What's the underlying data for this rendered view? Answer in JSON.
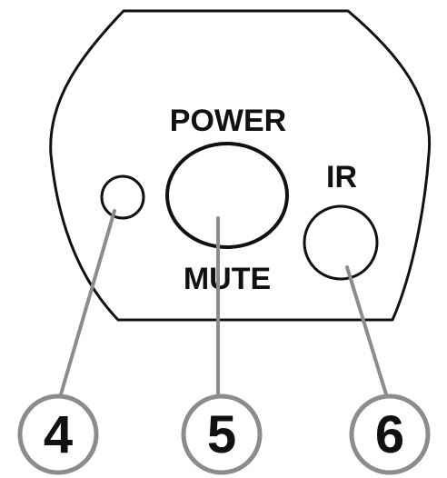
{
  "labels": {
    "power": "POWER",
    "mute": "MUTE",
    "ir": "IR"
  },
  "callouts": [
    {
      "number": "4",
      "target": "indicator-led"
    },
    {
      "number": "5",
      "target": "power-mute-button"
    },
    {
      "number": "6",
      "target": "ir-sensor"
    }
  ],
  "colors": {
    "outline": "#111111",
    "callout_gray": "#8c8c8c",
    "background": "#ffffff"
  }
}
